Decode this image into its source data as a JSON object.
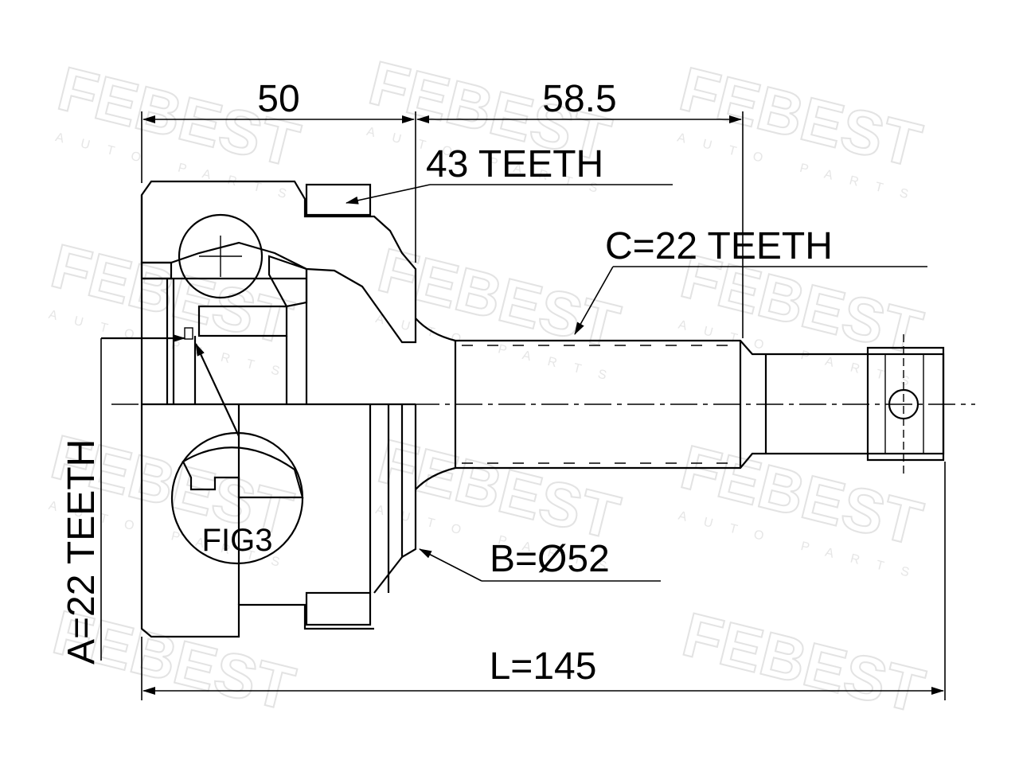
{
  "watermark": {
    "brand": "FEBEST",
    "tagline": "AUTO PARTS"
  },
  "dimensions": {
    "width_left": "50",
    "width_right": "58.5",
    "outer_teeth": "43 TEETH",
    "shaft_teeth": "C=22 TEETH",
    "inner_teeth": "A=22 TEETH",
    "diameter": "B=Ø52",
    "length": "L=145"
  },
  "callouts": {
    "detail": "FIG3"
  }
}
